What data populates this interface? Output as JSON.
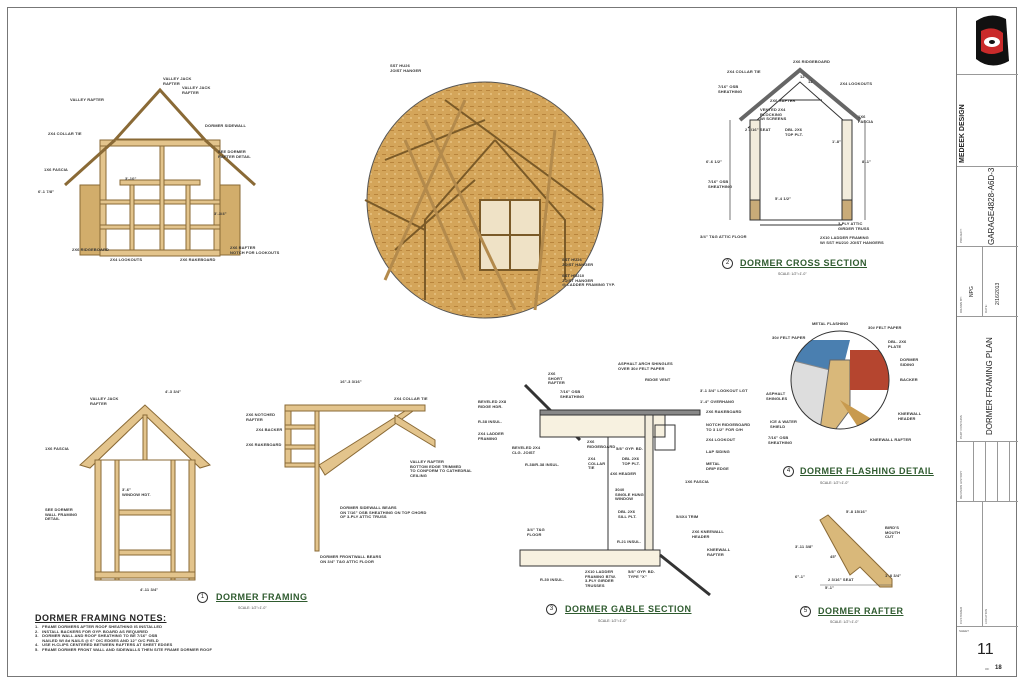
{
  "title_block": {
    "company": "MEDEEK DESIGN",
    "project_label": "PROJECT:",
    "project": "GARAGE4828-A6D-3",
    "drawn_by_label": "DRAWN BY:",
    "drawn_by": "NPG",
    "date_label": "DATE:",
    "date": "2/16/2013",
    "sheet_title_label": "PART CONTAINS",
    "sheet_title": "DORMER FRAMING PLAN",
    "revision_label": "REVISION HISTORY",
    "customer_label": "CUSTOMER",
    "location_label": "LOCATION",
    "sheet_label": "SHEET",
    "sheet": "11",
    "of_label": "OF",
    "total": "18"
  },
  "views": [
    {
      "num": "1",
      "title": "DORMER FRAMING",
      "scale": "SCALE: 1/2\"=1'-0\""
    },
    {
      "num": "2",
      "title": "DORMER CROSS SECTION",
      "scale": "SCALE: 1/2\"=1'-0\""
    },
    {
      "num": "3",
      "title": "DORMER GABLE SECTION",
      "scale": "SCALE: 1/2\"=1'-0\""
    },
    {
      "num": "4",
      "title": "DORMER FLASHING DETAIL",
      "scale": "SCALE: 1/2\"=1'-0\""
    },
    {
      "num": "5",
      "title": "DORMER RAFTER",
      "scale": "SCALE: 1/2\"=1'-0\""
    }
  ],
  "notes": {
    "title": "DORMER FRAMING NOTES:",
    "items": [
      "1.   FRAME DORMERS AFTER ROOF SHEATHING IS INSTALLED",
      "2.   INSTALL BACKERS FOR GYP. BOARD AS REQUIRED",
      "3.   DORMER WALL AND ROOF SHEATHING TO BE 7/16\" OSB",
      "      NAILED W/ 8d NAILS @ 6\" O/C EDGES AND 12\" O/C FIELD",
      "4.   USE H-CLIPS CENTERED BETWEEN RAFTERS AT SHEET EDGES",
      "5.   FRAME DORMER FRONT WALL AND SIDEWALLS THEN SITE FRAME DORMER ROOF"
    ]
  },
  "callouts": {
    "framing_top": [
      "VALLEY JACK\nRAFTER",
      "VALLEY JACK\nRAFTER",
      "VALLEY RAFTER",
      "2X4 COLLAR TIE",
      "DORMER SIDEWALL",
      "SEE DORMER\nRAFTER DETAIL",
      "1X6 FASCIA",
      "2X6 RIDGEBOARD",
      "2X4 LOOKOUTS",
      "2X6 RAKEBOARD",
      "2X6 RAFTER\nNOTCH FOR LOOKOUTS",
      "6'-1 7/8\"",
      "3'-10\"",
      "3'-3/4\""
    ],
    "render": [
      "SST HU26\nJOIST HANGER",
      "SST HU26\nJOIST HANGER",
      "SST HU210\nJOIST HANGER\n@ LADDER FRAMING TYP."
    ],
    "cross": [
      "2X6 RIDGEBOARD",
      "2X4 COLLAR TIE",
      "7/16\" OSB\nSHEATHING",
      "2X4 LOOKOUTS",
      "2X6 RAFTER",
      "VENTED 2X4\nBLOCKING\nW/ SCREENS",
      "2 3/16\" SEAT",
      "DBL 2X6\nTOP PLT.",
      "1X6\nFASCIA",
      "7/16\" OSB\nSHEATHING",
      "5'-4 1/2\"",
      "3/4\" T&G ATTIC FLOOR",
      "2X10 LADDER FRAMING\nW/ SST HU210 JOIST HANGERS",
      "3-PLY ATTIC\nGIRDER TRUSS",
      "6'-6 1/2\"",
      "8'-1\"",
      "1'-8\"",
      "12",
      "12"
    ],
    "framing_front": [
      "VALLEY JACK\nRAFTER",
      "1X6 FASCIA",
      "SEE DORMER\nWALL FRAMING\nDETAIL",
      "3'-6\"\nWINDOW HDT.",
      "4'-3 3/4\"",
      "4'-11 3/4\""
    ],
    "framing_side": [
      "16\"-3 3/16\"",
      "2X4 COLLAR TIE",
      "2X6 NOTCHED\nRAFTER",
      "2X4 BACKER",
      "2X6 RAKEBOARD",
      "VALLEY RAFTER\nBOTTOM EDGE TRIMMED\nTO CONFORM TO CATHEDRAL\nCEILING",
      "DORMER SIDEWALL BEARS\nON 7/16\" OSB SHEATHING ON TOP CHORD\nOF 3-PLY ATTIC TRUSS",
      "DORMER FRONTWALL BEARS\nON 3/4\" T&G ATTIC FLOOR"
    ],
    "gable": [
      "ASPHALT ARCH SHINGLES\nOVER 30# FELT PAPER",
      "2X6\nSHORT\nRAFTER",
      "RIDGE VENT",
      "3'-1 3/4\" LOOKOUT LGT",
      "7/16\" OSB\nSHEATHING",
      "1'-4\" OVERHANG",
      "BEVELED 2X8\nRIDGE HDR.",
      "2X6 RAKEBOARD",
      "R-38 INSUL.",
      "NOTCH RIDGEBOARD\nTO 3 1/2\" FOR O/H",
      "2X4 LADDER\nFRAMING",
      "2X4 LOOKOUT",
      "BEVELED 2X4\nCLG. JOIST",
      "2X6\nRIDGEBOARD",
      "5/8\" GYP. BD.",
      "LAP SIDING",
      "R-38/R-38 INSUL.",
      "2X4\nCOLLAR\nTIE",
      "DBL 2X6\nTOP PLT.",
      "METAL\nDRIP EDGE",
      "4X6 HEADER",
      "1X6 FASCIA",
      "3040\nSINGLE HUNG\nWINDOW",
      "DBL 2X6\nSILL PLT.",
      "5/4X4 TRIM",
      "3/4\" T&G\nFLOOR",
      "2X6 KNEEWALL\nHEADER",
      "R-21 INSUL.",
      "KNEEWALL\nRAFTER",
      "R-30 INSUL.",
      "2X10 LADDER\nFRAMING BTW.\n3-PLY GIRDER\nTRUSSES",
      "5/8\" GYP. BD.\nTYPE \"X\""
    ],
    "flashing": [
      "METAL FLASHING",
      "30# FELT PAPER",
      "30# FELT PAPER",
      "DBL. 2X6\nPLATE",
      "DORMER\nSIDING",
      "BACKER",
      "ASPHALT\nSHINGLES",
      "ICE & WATER\nSHIELD",
      "7/16\" OSB\nSHEATHING",
      "KNEEWALL\nHEADER",
      "KNEEWALL RAFTER"
    ],
    "rafter": [
      "5'-8 15/16\"",
      "BIRD'S\nMOUTH\nCUT",
      "3'-11 3/8\"",
      "45°",
      "2 3/16\" SEAT",
      "6\"-1\"",
      "5'-1\"",
      "1'-8 3/4\""
    ]
  },
  "colors": {
    "wood": "#d9b87a",
    "osb": "#c89a4e",
    "title_green": "#2f5b2f",
    "flash_blue": "#4a7fb0",
    "brick": "#b5452f"
  }
}
